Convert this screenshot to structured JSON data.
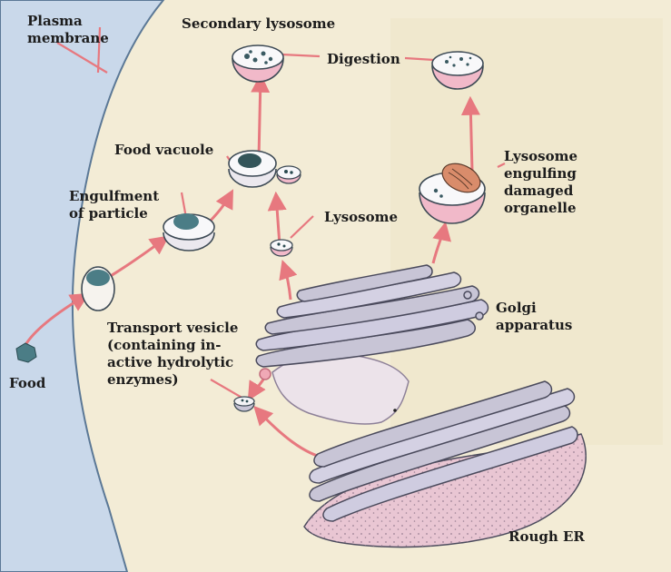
{
  "labels": {
    "plasma_membrane": "Plasma\nmembrane",
    "secondary_lysosome": "Secondary lysosome",
    "digestion": "Digestion",
    "food_vacuole": "Food vacuole",
    "engulfment": "Engulfment\nof particle",
    "lysosome": "Lysosome",
    "lysosome_engulfing": "Lysosome\nengulfing\ndamaged\norganelle",
    "golgi": "Golgi\napparatus",
    "transport_vesicle": "Transport vesicle\n(containing in-\nactive hydrolytic\nenzymes)",
    "food": "Food",
    "rough_er": "Rough ER"
  },
  "colors": {
    "background": "#f3ecd6",
    "membrane": "#c9d8ea",
    "arrow": "#e7787f",
    "vesicle_pink": "#f1b9c9",
    "organelle_gray": "#c8c5d6",
    "er_pink": "#e9c6d3",
    "food_particle": "#4b7d86"
  }
}
